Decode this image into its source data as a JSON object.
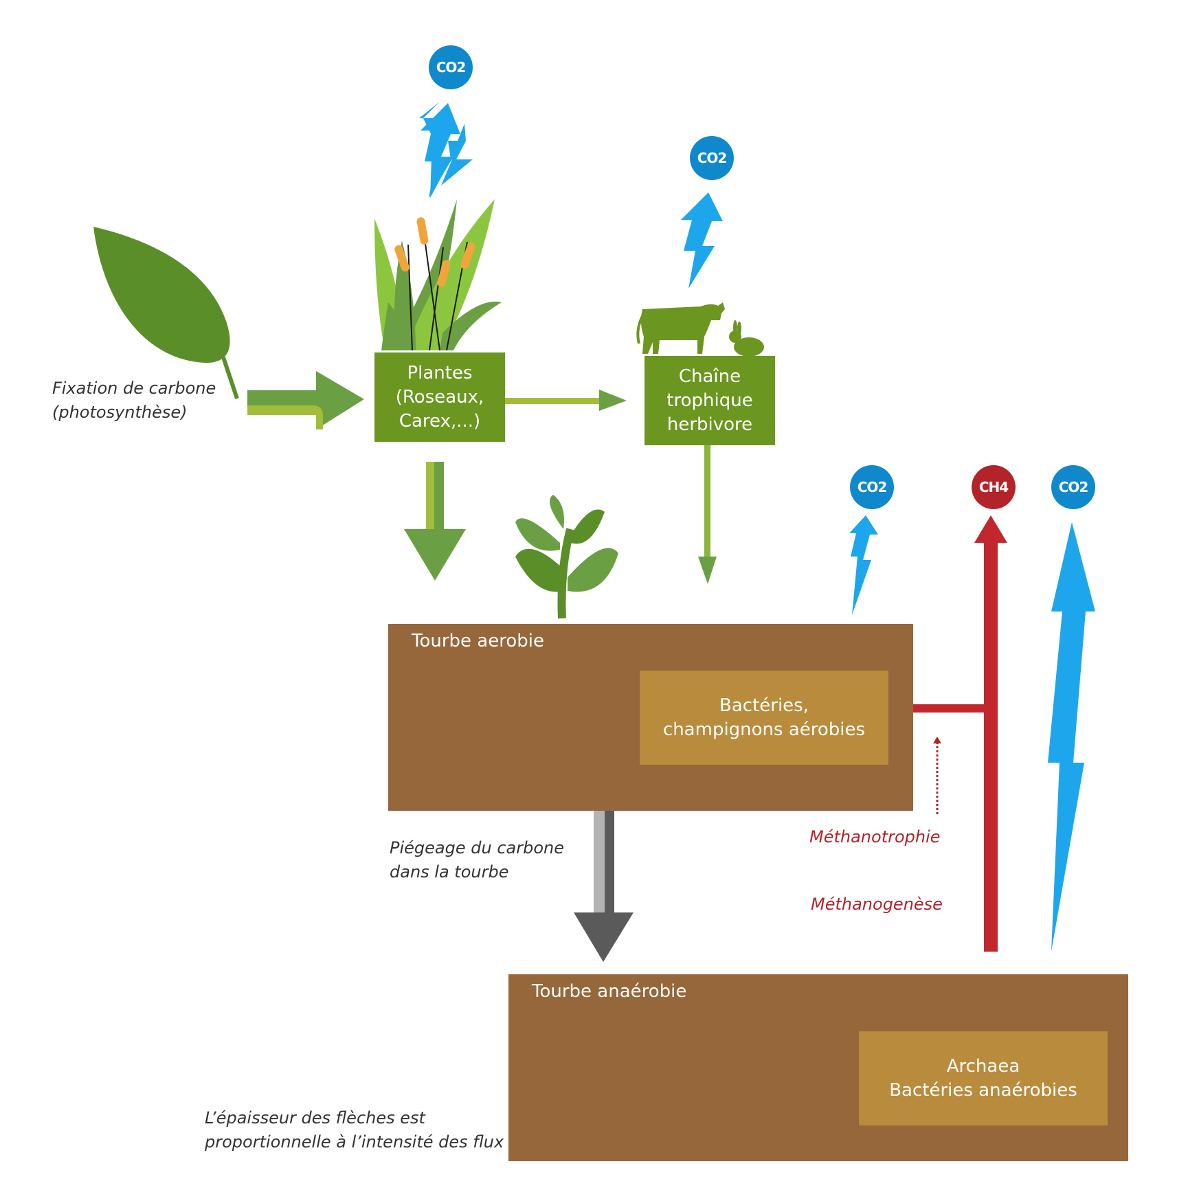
{
  "labels": {
    "fixation_line1": "Fixation de carbone",
    "fixation_line2": "(photosynthèse)",
    "piegeage_line1": "Piégeage du carbone",
    "piegeage_line2": "dans la tourbe",
    "methanotrophie": "Méthanotrophie",
    "methanogenese": "Méthanogenèse",
    "note_line1": "L’épaisseur des flèches est",
    "note_line2": "proportionnelle à l’intensité des flux"
  },
  "boxes": {
    "plantes": [
      "Plantes",
      "(Roseaux,",
      "Carex,...)"
    ],
    "chaine": [
      "Chaîne",
      "trophique",
      "herbivore"
    ],
    "tourbe_aerobie": "Tourbe aerobie",
    "bacteries_aerobies": [
      "Bactéries,",
      "champignons aérobies"
    ],
    "tourbe_anaerobie": "Tourbe anaérobie",
    "archaea": [
      "Archaea",
      "Bactéries anaérobies"
    ]
  },
  "gases": {
    "co2_plants": "CO2",
    "co2_herbivore": "CO2",
    "co2_aerobic": "CO2",
    "ch4": "CH4",
    "co2_anaerobic": "CO2"
  },
  "colors": {
    "leaf_green": "#5a8e28",
    "box_green": "#6b961f",
    "arrow_light_green": "#a3bd3a",
    "arrow_dark_green": "#6aa043",
    "soil_brown": "#95673a",
    "inner_ochre": "#b98b3c",
    "co2_blue": "#0f88cc",
    "flux_blue": "#1ea6ec",
    "ch4_red": "#b3232a",
    "grey_arrow": "#5a5a5a"
  },
  "icons": [
    "leaf-icon",
    "reed-plants-icon",
    "cow-icon",
    "rabbit-icon",
    "seedling-icon",
    "co2-flux-bolt-icon"
  ]
}
